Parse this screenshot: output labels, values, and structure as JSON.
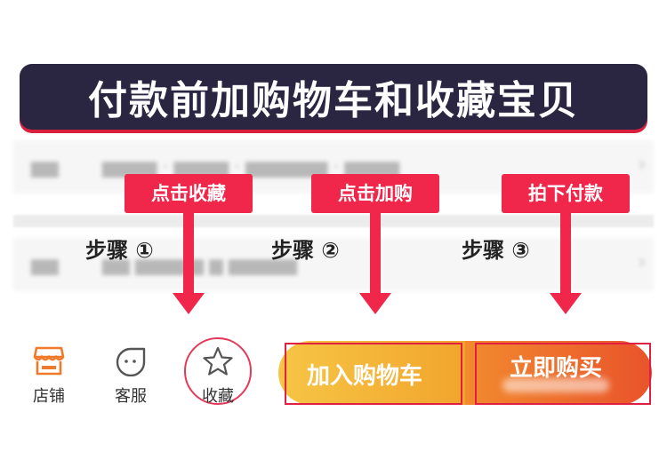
{
  "banner": {
    "title": "付款前加购物车和收藏宝贝"
  },
  "callouts": [
    {
      "label": "点击收藏"
    },
    {
      "label": "点击加购"
    },
    {
      "label": "拍下付款"
    }
  ],
  "steps": [
    {
      "label": "步骤 ①"
    },
    {
      "label": "步骤 ②"
    },
    {
      "label": "步骤 ③"
    }
  ],
  "bottom_nav": {
    "shop": {
      "label": "店铺",
      "icon": "shop-icon"
    },
    "service": {
      "label": "客服",
      "icon": "chat-face-icon"
    },
    "favorite": {
      "label": "收藏",
      "icon": "star-icon"
    }
  },
  "buttons": {
    "add_to_cart": "加入购物车",
    "buy_now": "立即购买"
  },
  "colors": {
    "banner_bg": "#2a2540",
    "accent_red": "#f0264b",
    "cart_gradient": [
      "#f6c545",
      "#f2a52d"
    ],
    "buy_gradient": [
      "#f28a2e",
      "#e9532b"
    ],
    "shop_icon": "#f07a2a"
  }
}
